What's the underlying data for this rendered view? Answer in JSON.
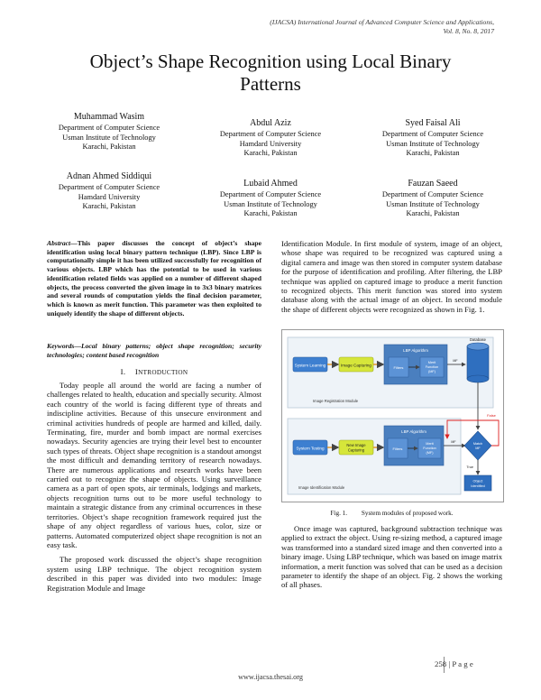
{
  "header": {
    "journal_line1": "(IJACSA) International Journal of Advanced Computer Science and Applications,",
    "journal_line2": "Vol. 8, No. 8, 2017"
  },
  "title_line1": "Object’s Shape Recognition using Local Binary",
  "title_line2": "Patterns",
  "authors": [
    {
      "name": "Muhammad Wasim",
      "dept": "Department of Computer Science",
      "inst": "Usman Institute of Technology",
      "city": "Karachi, Pakistan"
    },
    {
      "name": "Abdul Aziz",
      "dept": "Department of Computer Science",
      "inst": "Hamdard University",
      "city": "Karachi, Pakistan"
    },
    {
      "name": "Syed Faisal Ali",
      "dept": "Department of Computer Science",
      "inst": "Usman Institute of Technology",
      "city": "Karachi, Pakistan"
    },
    {
      "name": "Adnan Ahmed Siddiqui",
      "dept": "Department of Computer Science",
      "inst": "Hamdard University",
      "city": "Karachi, Pakistan"
    },
    {
      "name": "Lubaid Ahmed",
      "dept": "Department of Computer Science",
      "inst": "Usman Institute of Technology",
      "city": "Karachi, Pakistan"
    },
    {
      "name": "Fauzan Saeed",
      "dept": "Department of Computer Science",
      "inst": "Usman Institute of Technology",
      "city": "Karachi, Pakistan"
    }
  ],
  "abstract": {
    "lead": "Abstract",
    "text": "—This paper discusses the concept of object’s shape identification using local binary pattern technique (LBP). Since LBP is computationally simple it has been utilized successfully for recognition of various objects. LBP which has the potential to be used in various identification related fields was applied on a number of different shaped objects, the process converted the given image in to 3x3 binary matrices and several rounds of computation yields the final decision parameter, which is known as merit function. This parameter was then exploited to uniquely identify the shape of different objects."
  },
  "keywords": "Keywords—Local binary patterns; object shape recognition; security technologies; content based recognition",
  "section_heading": {
    "num": "I.",
    "first": "I",
    "rest": "NTRODUCTION"
  },
  "left_paragraphs": [
    "Today people all around the world are facing a number of challenges related to health, education and specially security. Almost each country of the world is facing different type of threats and indiscipline activities. Because of this unsecure environment and criminal activities hundreds of people are harmed and killed, daily. Terminating, fire, murder and bomb impact are normal exercises nowadays. Security agencies are trying their level best to encounter such types of threats. Object shape recognition is a standout amongst the most difficult and demanding territory of research nowadays. There are numerous applications and research works have been carried out to recognize the shape of objects. Using surveillance camera as a part of open spots, air terminals, lodgings and markets, objects recognition turns out to be more useful technology to maintain a strategic distance from any criminal occurrences in these territories. Object’s shape recognition framework required just the shape of any object regardless of various hues, color, size or patterns. Automated computerized object shape recognition is not an easy task.",
    "The proposed work discussed the object’s shape recognition system using LBP technique. The object recognition system described in this paper was divided into two modules: Image Registration Module and Image"
  ],
  "right_top_paragraph": "Identification Module. In first module of system, image of an object, whose shape was required to be recognized was captured using a digital camera and image was then stored in computer system database for the purpose of identification and profiling. After filtering, the LBP technique was applied on captured image to produce a merit function to recognized objects. This merit function was stored into system database along with the actual image of an object. In second module the shape of different objects were recognized as shown in Fig. 1.",
  "figure": {
    "caption_num": "Fig. 1.",
    "caption_text": "System modules of proposed work.",
    "labels": {
      "system_learning": "System Learning",
      "image_capturing": "Image Capturing",
      "lbp_algorithm_1": "LBP Algorithm",
      "filters_1": "Filters",
      "merit_1a": "Merit",
      "merit_1b": "Function",
      "merit_1c": "(MF)",
      "database": "Database",
      "reg_module": "Image Registration Module",
      "system_testing": "System Testing",
      "new_image_1": "New Image",
      "new_image_2": "Capturing",
      "lbp_algorithm_2": "LBP Algorithm",
      "filters_2": "Filters",
      "merit_2a": "Merit",
      "merit_2b": "Function",
      "merit_2c": "(MF)",
      "match_1": "Match",
      "match_2": "MF",
      "mf_label_1": "MF",
      "mf_label_2": "MF",
      "false_label": "False",
      "true_label": "True",
      "object_1": "Object",
      "object_2": "Identified",
      "id_module": "Image Identification Module"
    }
  },
  "right_bottom_paragraph": "Once image was captured, background subtraction technique was applied to extract the object. Using re-sizing method, a captured image was transformed into a standard sized image and then converted into a binary image. Using LBP technique, which was based on image matrix information, a merit function was solved that can be used as a decision parameter to identify the shape of an object. Fig. 2 shows the working of all phases.",
  "page_number": "258 | P a g e",
  "footer_url": "www.ijacsa.thesai.org"
}
